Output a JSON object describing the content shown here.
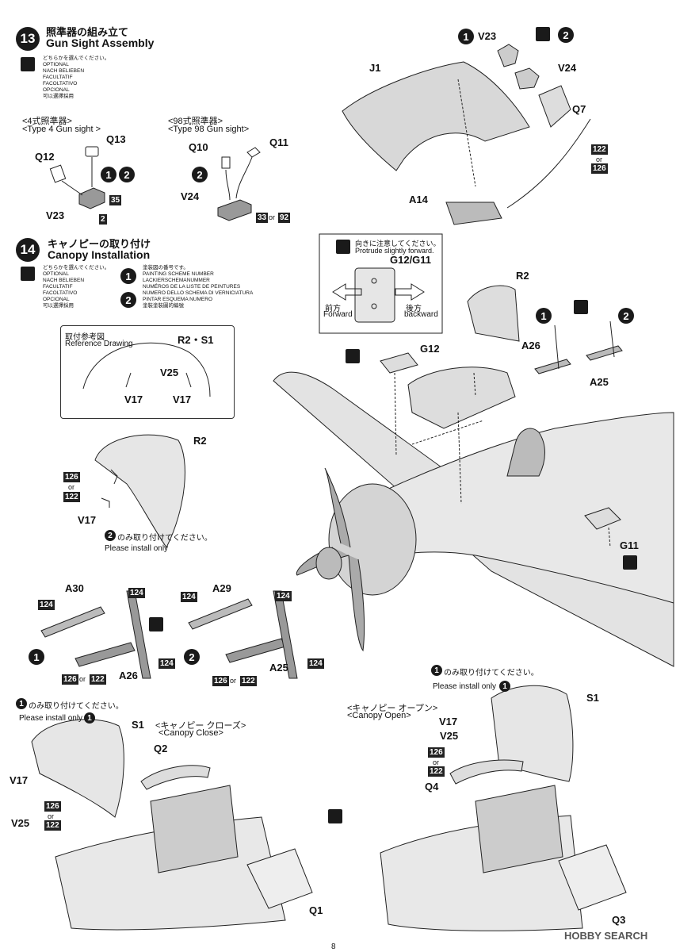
{
  "step13": {
    "number": "13",
    "title_jp": "照準器の組み立て",
    "title_en": "Gun Sight Assembly",
    "optional_lines": [
      "どちらかを選んでください。",
      "OPTIONAL",
      "NACH BELIEBEN",
      "FACULTATIF",
      "FACOLTATIVO",
      "OPCIONAL",
      "可以選擇採用"
    ],
    "type4_jp": "<4式照準器>",
    "type4_en": "<Type 4 Gun sight >",
    "type98_jp": "<98式照準器>",
    "type98_en": "<Type 98 Gun sight>",
    "labels": {
      "q13": "Q13",
      "q12": "Q12",
      "v23": "V23",
      "q10": "Q10",
      "q11": "Q11",
      "v24": "V24"
    },
    "tags": {
      "t35": "35",
      "t2": "2",
      "t33": "33",
      "t92": "92",
      "or": "or"
    },
    "circles": {
      "one": "1",
      "two": "2"
    }
  },
  "step14": {
    "number": "14",
    "title_jp": "キャノピーの取り付け",
    "title_en": "Canopy Installation",
    "optional_lines": [
      "どちらかを選んでください。",
      "OPTIONAL",
      "NACH BELIEBEN",
      "FACULTATIF",
      "FACOLTATIVO",
      "OPCIONAL",
      "可以選擇採用"
    ],
    "scheme_lines": [
      "塗装図の番号です。",
      "PAINTING SCHEME NUMBER",
      "LACKIERSCHEMANUMMER",
      "NUMÉROS DE LA LISTE DE PEINTURES",
      "NUMERO DELLO SCHEMA DI VERNICIATURA",
      "PINTAR ESQUEMA NUMERO",
      "塗裝塗裝圖的編號"
    ],
    "ref_jp": "取付参考図",
    "ref_en": "Reference Drawing",
    "ref_labels": {
      "r2s1": "R2・S1",
      "v25": "V25",
      "v17a": "V17",
      "v17b": "V17"
    }
  },
  "top_right": {
    "labels": {
      "v23": "V23",
      "v24": "V24",
      "j1": "J1",
      "q7": "Q7",
      "a14": "A14"
    },
    "tags": {
      "t122": "122",
      "t126": "126",
      "or": "or"
    },
    "circles": {
      "one": "1",
      "two": "2"
    }
  },
  "protrude": {
    "jp": "向きに注意してください。",
    "en": "Protrude slightly forward.",
    "part": "G12/G11",
    "fwd_jp": "前方",
    "fwd_en": "Forward",
    "bwd_jp": "後方",
    "bwd_en": "backward"
  },
  "mid_right": {
    "labels": {
      "r2": "R2",
      "g12": "G12",
      "a26": "A26",
      "a25": "A25",
      "g11": "G11"
    },
    "circles": {
      "one": "1",
      "two": "2"
    }
  },
  "canopy_front": {
    "label": "R2",
    "tags": {
      "t126": "126",
      "t122": "122",
      "or": "or"
    },
    "v17": "V17",
    "note_jp": "のみ取り付けてください。",
    "note_en": "Please install only",
    "circle": "2"
  },
  "rails": {
    "a30": "A30",
    "a26": "A26",
    "a29": "A29",
    "a25": "A25",
    "tags": {
      "t124": "124",
      "t126": "126",
      "t122": "122",
      "or": "or"
    },
    "circles": {
      "one": "1",
      "two": "2"
    }
  },
  "bottom_left": {
    "note_jp": "のみ取り付けてください。",
    "note_en": "Please install only",
    "circle": "1",
    "close_jp": "<キャノピー クローズ>",
    "close_en": "<Canopy Close>",
    "labels": {
      "s1": "S1",
      "q2": "Q2",
      "v17": "V17",
      "v25": "V25",
      "q1": "Q1"
    },
    "tags": {
      "t126": "126",
      "t122": "122",
      "or": "or"
    }
  },
  "bottom_right": {
    "note_jp": "のみ取り付けてください。",
    "note_en": "Please install only",
    "circle": "1",
    "open_jp": "<キャノピー オープン>",
    "open_en": "<Canopy Open>",
    "labels": {
      "s1": "S1",
      "v17": "V17",
      "v25": "V25",
      "q4": "Q4",
      "q3": "Q3"
    },
    "tags": {
      "t126": "126",
      "t122": "122",
      "or": "or"
    }
  },
  "watermark": "HOBBY SEARCH",
  "page_number": "8"
}
